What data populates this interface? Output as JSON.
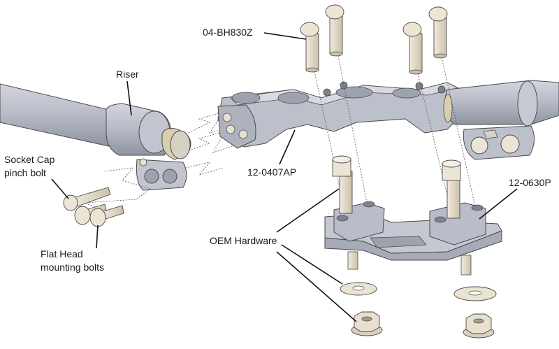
{
  "labels": {
    "riser": "Riser",
    "button_head_bolts": "04-BH830Z",
    "socket_cap_line1": "Socket Cap",
    "socket_cap_line2": "pinch bolt",
    "clamp_bracket": "12-0407AP",
    "lower_bracket": "12-0630P",
    "oem_hardware": "OEM Hardware",
    "flat_head_line1": "Flat Head",
    "flat_head_line2": "mounting bolts"
  },
  "colors": {
    "metal": "#b9bdc9",
    "metal_dark": "#8a8e9c",
    "metal_light": "#d6d9e2",
    "bolt": "#e7dfcf",
    "bolt_shade": "#c9bfa9",
    "outline": "#4a4a4a",
    "leader": "#111111"
  }
}
